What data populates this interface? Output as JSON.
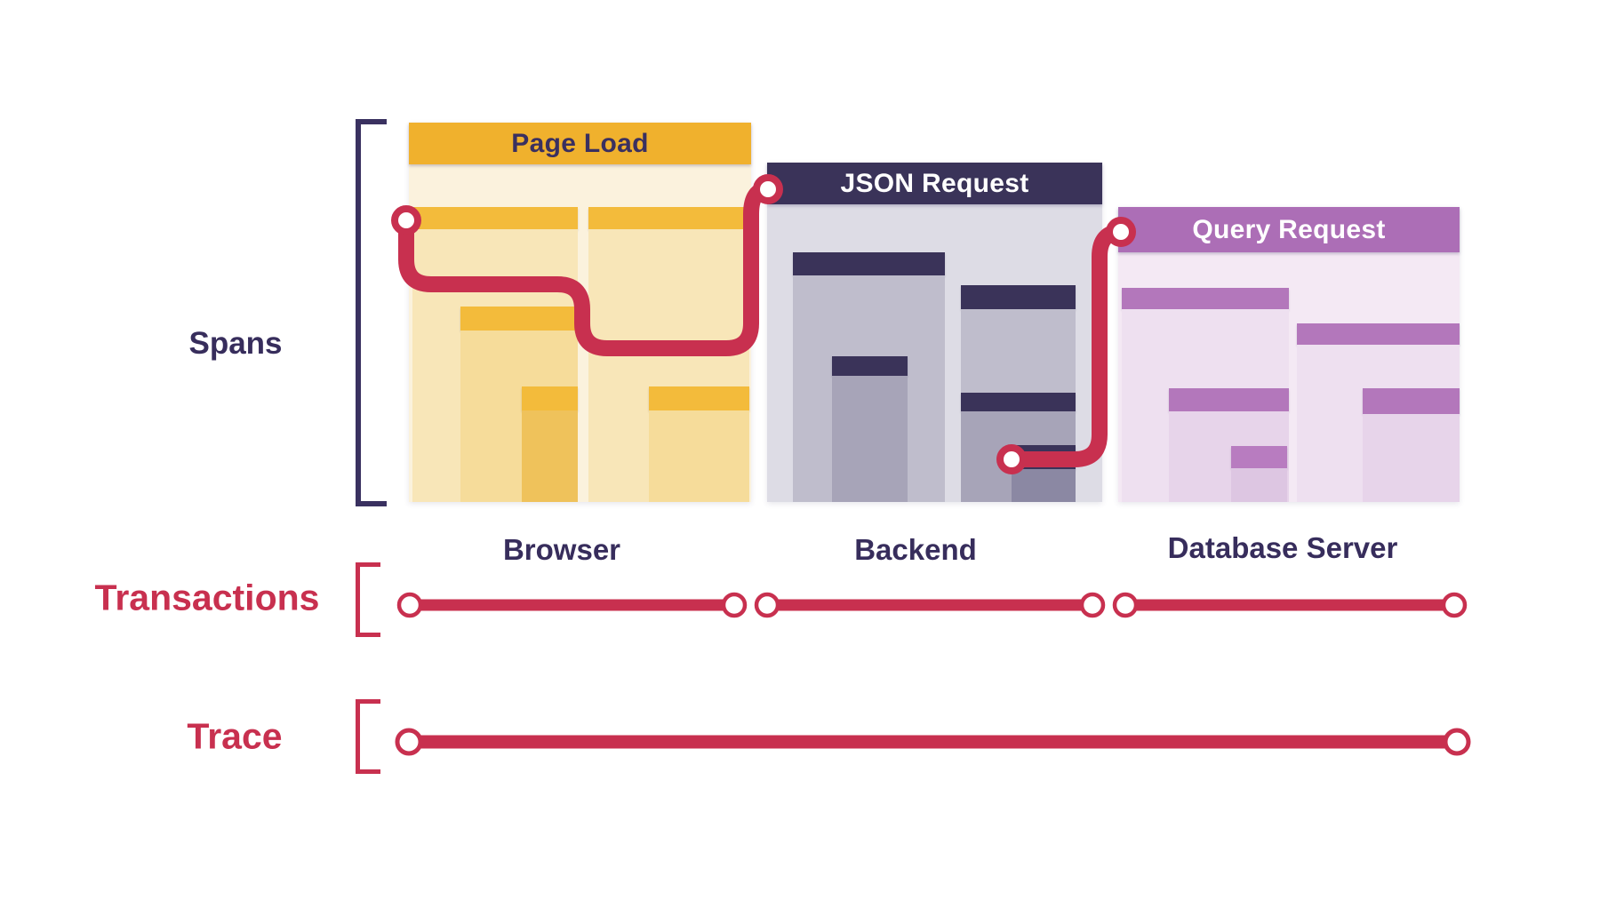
{
  "rows": {
    "spans_label": "Spans",
    "transactions_label": "Transactions",
    "trace_label": "Trace"
  },
  "panels": [
    {
      "title": "Page Load",
      "caption": "Browser",
      "accent": "#F0B12D"
    },
    {
      "title": "JSON Request",
      "caption": "Backend",
      "accent": "#3A3359"
    },
    {
      "title": "Query Request",
      "caption": "Database Server",
      "accent": "#AC6EB6"
    }
  ],
  "colors": {
    "flow_line": "#C8304F",
    "label_navy": "#372D5C",
    "label_crimson": "#C8304F",
    "bracket_navy": "#3A3160",
    "yellow_header": "#F0B12D",
    "yellow_block_header": "#F3BB3B",
    "yellow_body_levels": [
      "#FBF2DD",
      "#F8E6B8",
      "#F6DC9A",
      "#EFC25B"
    ],
    "navy_header": "#3A3359",
    "gray_body_levels": [
      "#DDDCE5",
      "#BFBDCC",
      "#A7A4B8",
      "#8B88A3"
    ],
    "purple_header": "#AC6EB6",
    "purple_block_header": "#B377BB",
    "pink_body_levels": [
      "#F4E9F4",
      "#EEE0F0",
      "#E7D4EA",
      "#DDC6E2"
    ]
  }
}
